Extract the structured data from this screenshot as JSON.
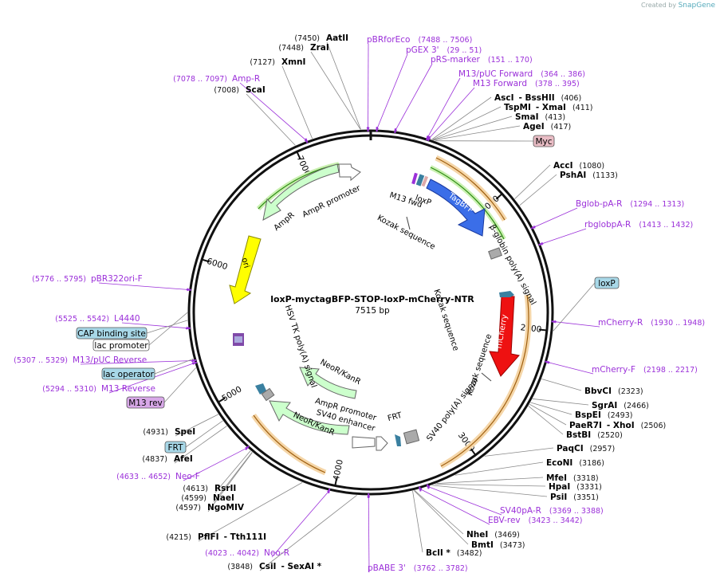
{
  "credit": {
    "prefix": "Created by",
    "brand": "SnapGene"
  },
  "plasmid": {
    "name": "loxP-myctagBFP-STOP-loxP-mCherry-NTR",
    "length": 7515,
    "size_label": "7515 bp"
  },
  "ticks": [
    {
      "pos": 1000,
      "label": "1000"
    },
    {
      "pos": 2000,
      "label": "2000"
    },
    {
      "pos": 3000,
      "label": "3000"
    },
    {
      "pos": 4000,
      "label": "4000"
    },
    {
      "pos": 5000,
      "label": "5000"
    },
    {
      "pos": 6000,
      "label": "6000"
    },
    {
      "pos": 7000,
      "label": "7000"
    }
  ],
  "enzymes_right": [
    {
      "name": "AscI",
      "extra": "-  BssHII",
      "pos": "(406)"
    },
    {
      "name": "TspMI",
      "extra": "-  XmaI",
      "pos": "(411)"
    },
    {
      "name": "SmaI",
      "extra": "",
      "pos": "(413)"
    },
    {
      "name": "AgeI",
      "extra": "",
      "pos": "(417)"
    },
    {
      "name": "AccI",
      "extra": "",
      "pos": "(1080)"
    },
    {
      "name": "PshAI",
      "extra": "",
      "pos": "(1133)"
    },
    {
      "name": "BbvCI",
      "extra": "",
      "pos": "(2323)"
    },
    {
      "name": "SgrAI",
      "extra": "",
      "pos": "(2466)"
    },
    {
      "name": "BspEI",
      "extra": "",
      "pos": "(2493)"
    },
    {
      "name": "PaeR7I",
      "extra": "-  XhoI",
      "pos": "(2506)"
    },
    {
      "name": "BstBI",
      "extra": "",
      "pos": "(2520)"
    },
    {
      "name": "PaqCI",
      "extra": "",
      "pos": "(2957)"
    },
    {
      "name": "EcoNI",
      "extra": "",
      "pos": "(3186)"
    },
    {
      "name": "MfeI",
      "extra": "",
      "pos": "(3318)"
    },
    {
      "name": "HpaI",
      "extra": "",
      "pos": "(3331)"
    },
    {
      "name": "PsiI",
      "extra": "",
      "pos": "(3351)"
    },
    {
      "name": "NheI",
      "extra": "",
      "pos": "(3469)"
    },
    {
      "name": "BmtI",
      "extra": "",
      "pos": "(3473)"
    },
    {
      "name": "BclI *",
      "extra": "",
      "pos": "(3482)"
    }
  ],
  "enzymes_left": [
    {
      "name": "AatII",
      "pos": "(7450)"
    },
    {
      "name": "ZraI",
      "pos": "(7448)"
    },
    {
      "name": "XmnI",
      "pos": "(7127)"
    },
    {
      "name": "ScaI",
      "pos": "(7008)"
    },
    {
      "name": "SpeI",
      "pos": "(4931)"
    },
    {
      "name": "AfeI",
      "pos": "(4837)"
    },
    {
      "name": "RsrII",
      "pos": "(4613)"
    },
    {
      "name": "NaeI",
      "pos": "(4599)"
    },
    {
      "name": "NgoMIV",
      "pos": "(4597)"
    },
    {
      "name": "PflFI",
      "extra": "-  Tth111I",
      "pos": "(4215)"
    },
    {
      "name": "CsiI",
      "extra": "-  SexAI *",
      "pos": "(3848)"
    }
  ],
  "primers": [
    {
      "name": "pBRforEco",
      "pos": "(7488 .. 7506)"
    },
    {
      "name": "pGEX 3'",
      "pos": "(29 .. 51)"
    },
    {
      "name": "pRS-marker",
      "pos": "(151 .. 170)"
    },
    {
      "name": "M13/pUC Forward",
      "pos": "(364 .. 386)"
    },
    {
      "name": "M13 Forward",
      "pos": "(378 .. 395)"
    },
    {
      "name": "Bglob-pA-R",
      "pos": "(1294 .. 1313)"
    },
    {
      "name": "rbglobpA-R",
      "pos": "(1413 .. 1432)"
    },
    {
      "name": "mCherry-R",
      "pos": "(1930 .. 1948)"
    },
    {
      "name": "mCherry-F",
      "pos": "(2198 .. 2217)"
    },
    {
      "name": "SV40pA-R",
      "pos": "(3369 .. 3388)"
    },
    {
      "name": "EBV-rev",
      "pos": "(3423 .. 3442)"
    },
    {
      "name": "pBABE 3'",
      "pos": "(3762 .. 3782)"
    },
    {
      "name": "Neo-R",
      "pos": "(4023 .. 4042)"
    },
    {
      "name": "Neo-F",
      "pos": "(4633 .. 4652)"
    },
    {
      "name": "M13 Reverse",
      "pos": "(5294 .. 5310)"
    },
    {
      "name": "M13/pUC Reverse",
      "pos": "(5307 .. 5329)"
    },
    {
      "name": "L4440",
      "pos": "(5525 .. 5542)"
    },
    {
      "name": "pBR322ori-F",
      "pos": "(5776 .. 5795)"
    },
    {
      "name": "Amp-R",
      "pos": "(7078 .. 7097)"
    }
  ],
  "boxed_labels": [
    {
      "name": "Myc",
      "kind": "pink"
    },
    {
      "name": "loxP",
      "kind": "blue"
    },
    {
      "name": "CAP binding site",
      "kind": "blue"
    },
    {
      "name": "lac promoter",
      "kind": "white"
    },
    {
      "name": "lac operator",
      "kind": "blue"
    },
    {
      "name": "M13 rev",
      "kind": "violet"
    },
    {
      "name": "FRT",
      "kind": "blue"
    }
  ],
  "features": {
    "tagbfp": "TagBFP",
    "mcherry": "mCherry",
    "ori": "ori",
    "ampr": "AmpR",
    "ampr_promoter": "AmpR promoter",
    "neokanr_inner": "NeoR/KanR",
    "neokanr_outer": "NeoR/KanR",
    "loxp1": "loxP",
    "m13fwd": "M13 fwd",
    "kozak1": "Kozak sequence",
    "kozak2": "Kozak sequence",
    "kozak3": "Kozak sequence",
    "bglob": "β-globin poly(A) signal",
    "sv40pa": "SV40 poly(A) signal",
    "frt": "FRT",
    "hsvtk": "HSV TK poly(A) signal",
    "ampr_prom2": "AmpR promoter",
    "sv40enh": "SV40 enhancer"
  },
  "colors": {
    "tagbfp": "#3b6ee8",
    "mcherry": "#ee1111",
    "ori": "#ffff00",
    "resistance": "#ccffcc",
    "primer": "#9b30d9",
    "orange_arc": "#e0a050",
    "green_arc": "#3a9a1a"
  }
}
